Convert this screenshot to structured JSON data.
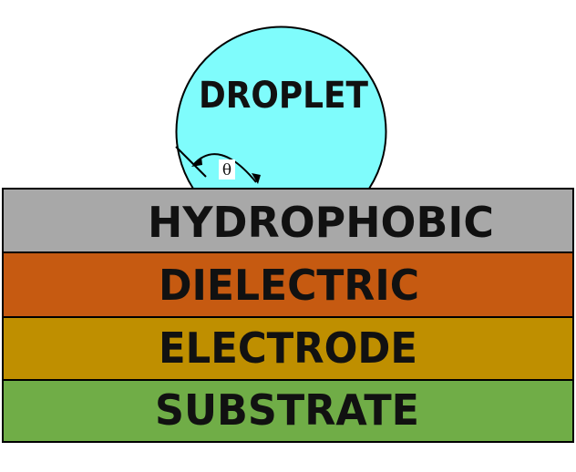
{
  "droplet": {
    "label": "DROPLET",
    "color": "#7ffcfc"
  },
  "contact_angle": {
    "symbol": "θ"
  },
  "layers": [
    {
      "label": "HYDROPHOBIC",
      "color": "#a8a8a8"
    },
    {
      "label": "DIELECTRIC",
      "color": "#c65a11"
    },
    {
      "label": "ELECTRODE",
      "color": "#bf8f00"
    },
    {
      "label": "SUBSTRATE",
      "color": "#70ad47"
    }
  ]
}
